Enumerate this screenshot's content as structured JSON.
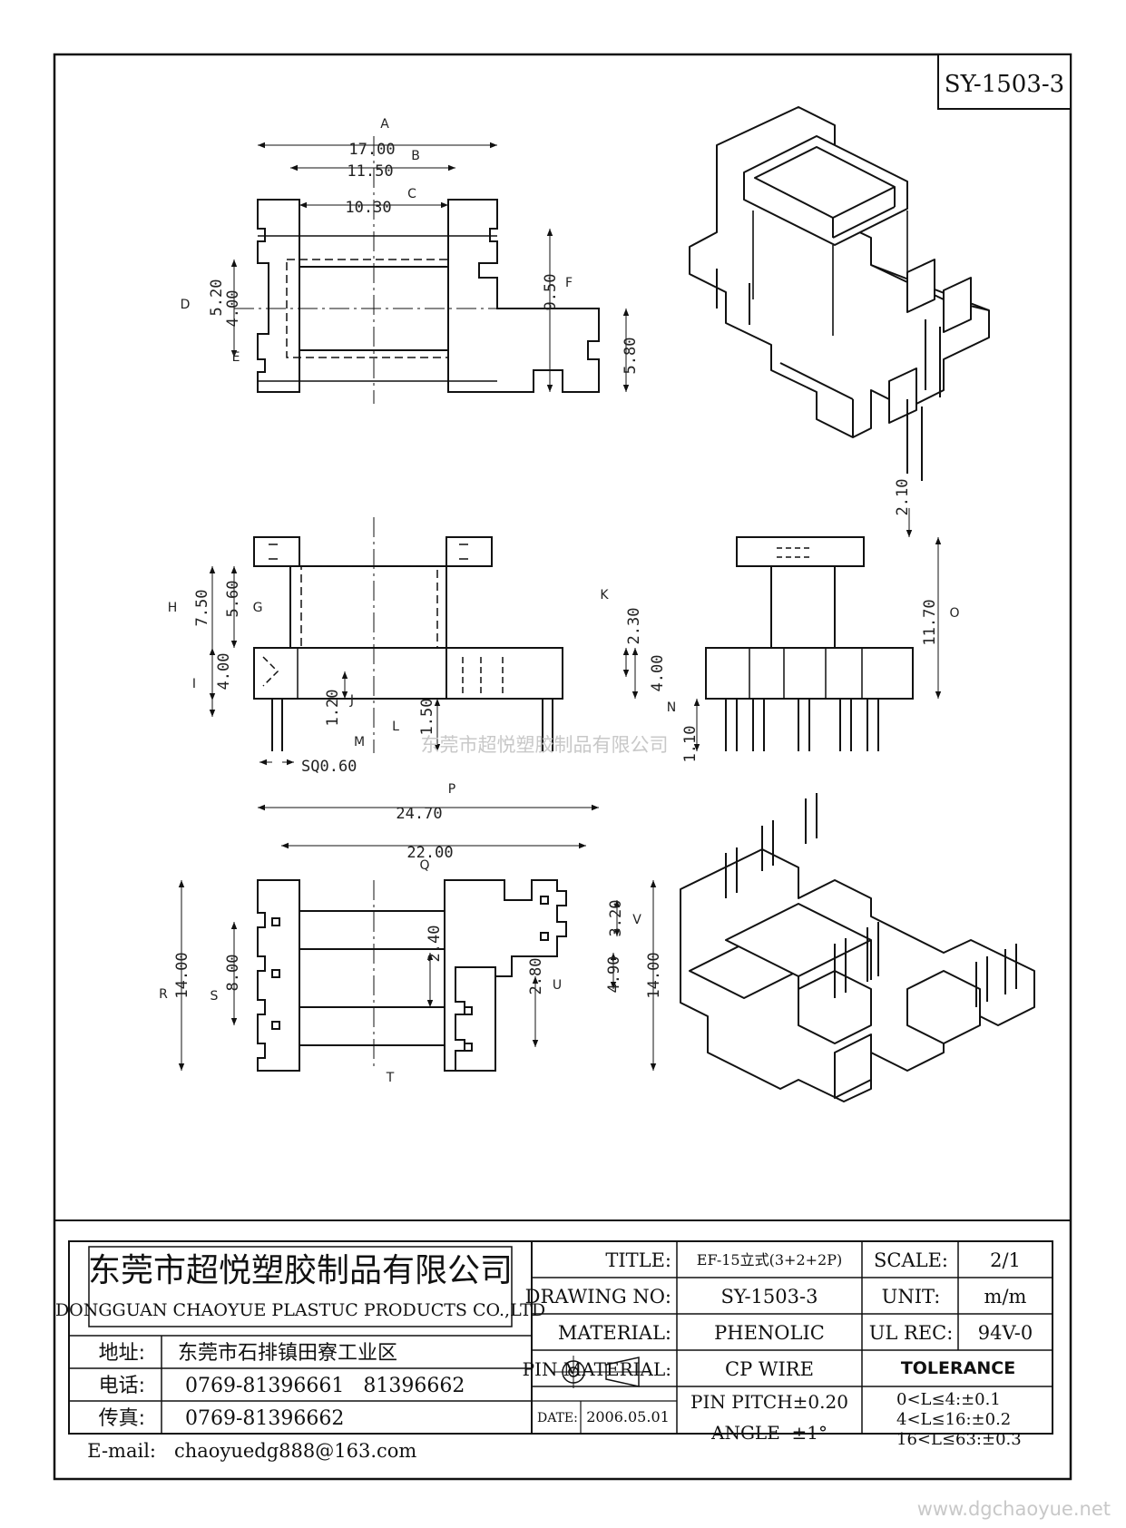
{
  "drawing_code": "SY-1503-3",
  "dims_top": [
    "17.00",
    "11.50",
    "10.30",
    "5.20",
    "4.00",
    "9.50",
    "5.80"
  ],
  "labels_top": [
    "A",
    "B",
    "C",
    "D",
    "E",
    "F"
  ],
  "dims_mid": [
    "7.50",
    "5.60",
    "4.00",
    "1.20",
    "1.50",
    "2.30",
    "4.00",
    "SQ0.60",
    "2.10",
    "11.70",
    "1.10"
  ],
  "labels_mid": [
    "H",
    "G",
    "I",
    "J",
    "M",
    "L",
    "K",
    "N",
    "O"
  ],
  "dims_bot": [
    "24.70",
    "22.00",
    "14.00",
    "8.00",
    "2.40",
    "2.80",
    "3.20",
    "4.90",
    "14.00"
  ],
  "labels_bot": [
    "P",
    "Q",
    "R",
    "S",
    "T",
    "U",
    "V"
  ],
  "watermark_center": "东莞市超悦塑胶制品有限公司",
  "watermark_corner": "www.dgchaoyue.net",
  "company": {
    "name_cn": "东莞市超悦塑胶制品有限公司",
    "name_en": "DONGGUAN CHAOYUE PLASTUC PRODUCTS CO.,LTD",
    "address_label": "地址:",
    "address": "东莞市石排镇田寮工业区",
    "tel_label": "电话:",
    "tel": "0769-81396661   81396662",
    "fax_label": "传真:",
    "fax": "0769-81396662",
    "email_label": "E-mail:",
    "email": "chaoyuedg888@163.com"
  },
  "title_block": {
    "title_label": "TITLE:",
    "title": "EF-15立式(3+2+2P)",
    "scale_label": "SCALE:",
    "scale": "2/1",
    "drawing_no_label": "DRAWING NO:",
    "drawing_no": "SY-1503-3",
    "unit_label": "UNIT:",
    "unit": "m/m",
    "material_label": "MATERIAL:",
    "material": "PHENOLIC",
    "ul_label": "UL REC:",
    "ul": "94V-0",
    "pin_material_label": "PIN MATERIAL:",
    "pin_material": "CP WIRE",
    "tolerance_label": "TOLERANCE",
    "pin_pitch": "PIN PITCH±0.20",
    "tol1": "0<L≤4:±0.1",
    "tol2": "4<L≤16:±0.2",
    "tol3": "16<L≤63:±0.3",
    "angle": "ANGLE  ±1°",
    "date_label": "DATE:",
    "date": "2006.05.01"
  },
  "colors": {
    "line": "#111111",
    "watermark": "#c8c8c8"
  }
}
